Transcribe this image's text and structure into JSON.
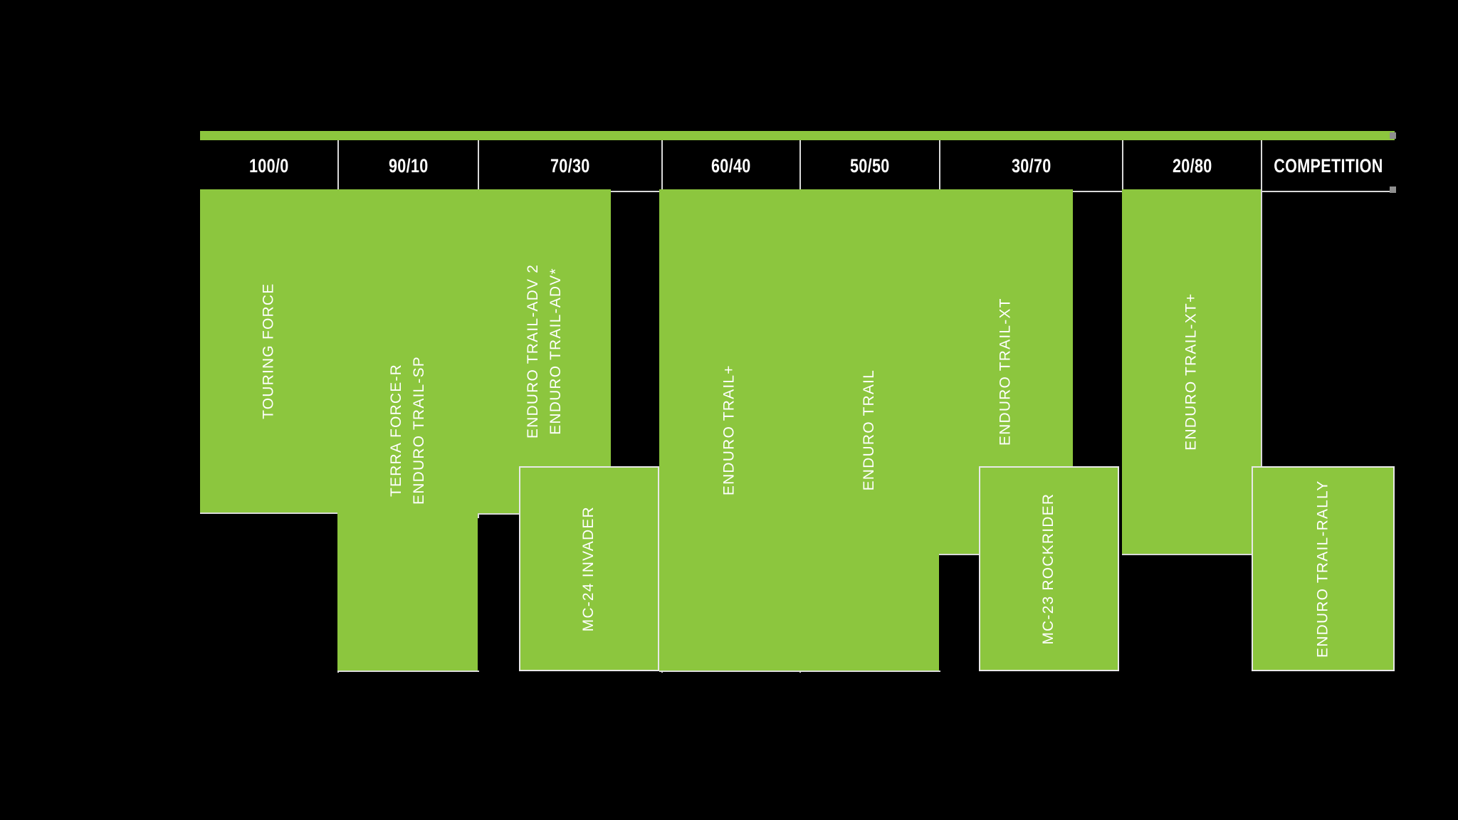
{
  "chart_data": {
    "type": "bar",
    "title": "",
    "xlabel": "",
    "ylabel": "",
    "grid": false,
    "legend": "none",
    "accent_color": "#8CC63E",
    "background_color": "#000000",
    "line_color": "#E8E8E8",
    "categories": [
      "100/0",
      "90/10",
      "70/30",
      "60/40",
      "50/50",
      "30/70",
      "20/80",
      "COMPETITION"
    ],
    "series": [
      {
        "name": "TOURING FORCE",
        "labels": [
          "TOURING FORCE"
        ],
        "category": "100/0",
        "span_start": 0,
        "span_end": 1,
        "top": 0,
        "bottom": 68
      },
      {
        "name": "TERRA FORCE-R / ENDURO TRAIL-SP",
        "labels": [
          "TERRA FORCE-R",
          "ENDURO TRAIL-SP"
        ],
        "category": "90/10",
        "span_start": 1,
        "span_end": 2,
        "top": 0,
        "bottom": 100
      },
      {
        "name": "ENDURO TRAIL-ADV 2 / ENDURO TRAIL-ADV*",
        "labels": [
          "ENDURO TRAIL-ADV 2",
          "ENDURO TRAIL-ADV*"
        ],
        "category": "70/30",
        "span_start": 2,
        "span_end": 3,
        "top": 0,
        "bottom": 68
      },
      {
        "name": "MC-24 INVADER",
        "labels": [
          "MC-24 INVADER"
        ],
        "category": "70/30",
        "span_start": 2,
        "span_end": 3,
        "top": 58,
        "bottom": 100
      },
      {
        "name": "ENDURO TRAIL+",
        "labels": [
          "ENDURO TRAIL+"
        ],
        "category": "60/40",
        "span_start": 3,
        "span_end": 4,
        "top": 0,
        "bottom": 100
      },
      {
        "name": "ENDURO TRAIL",
        "labels": [
          "ENDURO TRAIL"
        ],
        "category": "50/50",
        "span_start": 4,
        "span_end": 5,
        "top": 0,
        "bottom": 100
      },
      {
        "name": "ENDURO TRAIL-XT",
        "labels": [
          "ENDURO TRAIL-XT"
        ],
        "category": "30/70",
        "span_start": 5,
        "span_end": 6,
        "top": 0,
        "bottom": 75
      },
      {
        "name": "MC-23 ROCKRIDER",
        "labels": [
          "MC-23 ROCKRIDER"
        ],
        "category": "30/70",
        "span_start": 5,
        "span_end": 6,
        "top": 58,
        "bottom": 100
      },
      {
        "name": "ENDURO TRAIL-XT+",
        "labels": [
          "ENDURO TRAIL-XT+"
        ],
        "category": "20/80",
        "span_start": 6,
        "span_end": 7,
        "top": 0,
        "bottom": 75
      },
      {
        "name": "ENDURO TRAIL-RALLY",
        "labels": [
          "ENDURO TRAIL-RALLY"
        ],
        "category": "COMPETITION",
        "span_start": 7,
        "span_end": 8,
        "top": 58,
        "bottom": 100
      }
    ]
  },
  "header": {
    "cells": [
      {
        "label": "100/0"
      },
      {
        "label": "90/10"
      },
      {
        "label": "70/30"
      },
      {
        "label": "60/40"
      },
      {
        "label": "50/50"
      },
      {
        "label": "30/70"
      },
      {
        "label": "20/80"
      },
      {
        "label": "COMPETITION"
      }
    ]
  },
  "blocks": {
    "touring_force": {
      "line1": "TOURING FORCE"
    },
    "terra_force_r": {
      "line1": "TERRA FORCE-R",
      "line2": "ENDURO TRAIL-SP"
    },
    "enduro_trail_adv": {
      "line1": "ENDURO TRAIL-ADV 2",
      "line2": "ENDURO TRAIL-ADV*"
    },
    "mc24_invader": {
      "line1": "MC-24 INVADER"
    },
    "enduro_trail_plus": {
      "line1": "ENDURO TRAIL+"
    },
    "enduro_trail": {
      "line1": "ENDURO TRAIL"
    },
    "enduro_trail_xt": {
      "line1": "ENDURO TRAIL-XT"
    },
    "mc23_rockrider": {
      "line1": "MC-23 ROCKRIDER"
    },
    "enduro_trail_xt_plus": {
      "line1": "ENDURO TRAIL-XT+"
    },
    "enduro_trail_rally": {
      "line1": "ENDURO TRAIL-RALLY"
    }
  }
}
